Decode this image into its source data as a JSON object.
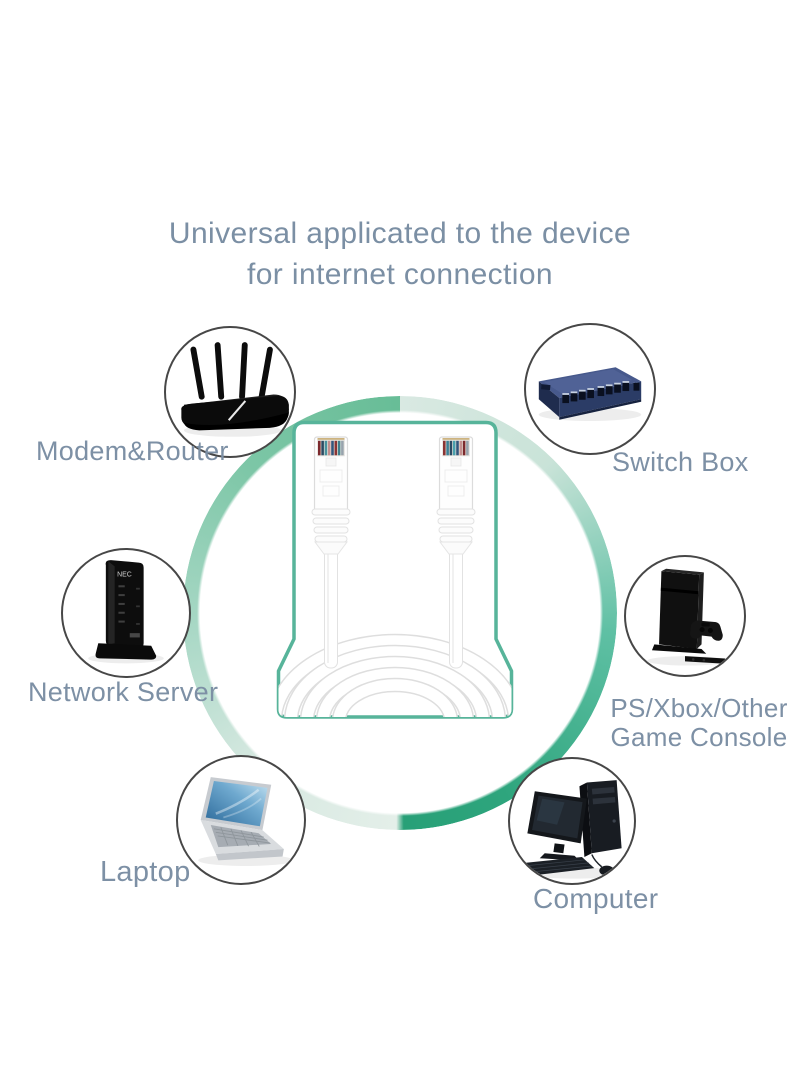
{
  "title": {
    "line1": "Universal applicated to the device",
    "line2": "for internet connection"
  },
  "devices": [
    {
      "id": "modem-router",
      "label": "Modem&Router"
    },
    {
      "id": "switch-box",
      "label": "Switch Box"
    },
    {
      "id": "network-server",
      "label": "Network Server"
    },
    {
      "id": "game-console",
      "label": "PS/Xbox/Other Game Console",
      "label_line1": "PS/Xbox/Other",
      "label_line2": "Game Console"
    },
    {
      "id": "laptop",
      "label": "Laptop"
    },
    {
      "id": "computer",
      "label": "Computer"
    }
  ],
  "center_item": "white RJ45 ethernet patch cable",
  "colors": {
    "title_text": "#7b8fa4",
    "label_text": "#7d90a5",
    "frame_green": "#57b49a",
    "ring_green_dark": "#2ea57d",
    "ring_green_teal": "#5fc0a4",
    "ring_green_pale": "#d9e9e2",
    "switch_navy": "#2b3c66",
    "laptop_screen_blue": "#2a6899"
  }
}
